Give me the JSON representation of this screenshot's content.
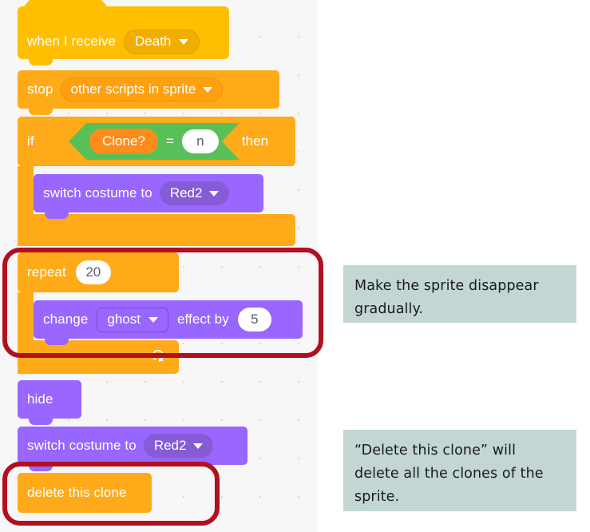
{
  "app": {
    "name": "Scratch Block Editor Script",
    "canvas_background": "#f7f7f7"
  },
  "palette": {
    "events_yellow": "#ffbf00",
    "control_orange": "#ffab19",
    "looks_purple": "#9966ff",
    "operators_green": "#59c059",
    "variables_orange": "#ff8c1a",
    "input_white": "#ffffff",
    "highlight_red": "#b01020",
    "note_background": "#c3d6d4"
  },
  "script": {
    "blocks": [
      {
        "id": "when-i-receive",
        "type": "hat",
        "category": "events",
        "label": "when I receive",
        "dropdown_value": "Death"
      },
      {
        "id": "stop",
        "type": "stack",
        "category": "control",
        "label": "stop",
        "dropdown_value": "other scripts in sprite"
      },
      {
        "id": "if-then",
        "type": "c-block",
        "category": "control",
        "label_start": "if",
        "label_end": "then",
        "condition": {
          "operator": "=",
          "left_operand": "Clone?",
          "right_operand": "n"
        }
      },
      {
        "id": "switch-costume-1",
        "type": "stack",
        "category": "looks",
        "label": "switch costume to",
        "dropdown_value": "Red2"
      },
      {
        "id": "repeat",
        "type": "c-block",
        "category": "control",
        "label": "repeat",
        "times": "20"
      },
      {
        "id": "change-effect",
        "type": "stack",
        "category": "looks",
        "label_start": "change",
        "dropdown_value": "ghost",
        "label_mid": "effect by",
        "amount": "5"
      },
      {
        "id": "hide",
        "type": "stack",
        "category": "looks",
        "label": "hide"
      },
      {
        "id": "switch-costume-2",
        "type": "stack",
        "category": "looks",
        "label": "switch costume to",
        "dropdown_value": "Red2"
      },
      {
        "id": "delete-this-clone",
        "type": "cap",
        "category": "control",
        "label": "delete this clone"
      }
    ]
  },
  "annotations": [
    {
      "id": "note-gradual-disappear",
      "lines": [
        "Make the sprite disappear",
        "gradually."
      ],
      "targets": "repeat"
    },
    {
      "id": "note-delete-clone",
      "lines": [
        "“Delete this clone” will",
        "delete all the clones of the",
        "sprite."
      ],
      "targets": "delete-this-clone"
    }
  ],
  "highlights": [
    {
      "id": "highlight-repeat-loop",
      "color": "#b01020"
    },
    {
      "id": "highlight-delete-clone",
      "color": "#b01020"
    }
  ]
}
